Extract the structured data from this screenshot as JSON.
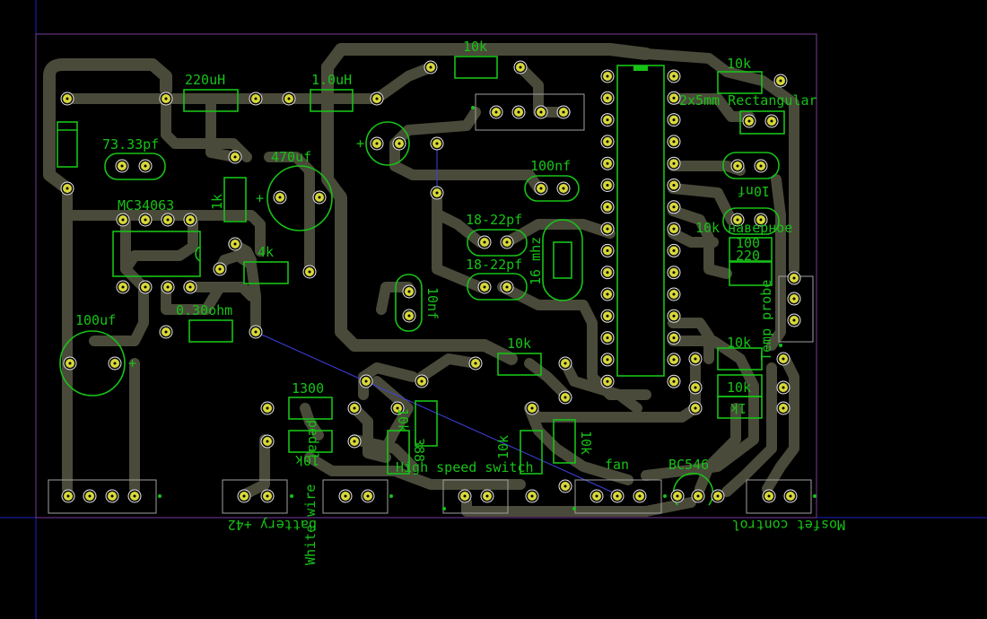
{
  "colors": {
    "background": "#000000",
    "trace": "#4a4a3a",
    "silkscreen": "#17c217",
    "pad": "#d8d83a",
    "board_outline": "#7a3a9a",
    "axis": "#2020c8"
  },
  "labels": {
    "l_10k_top": "10k",
    "l_220uh": "220uH",
    "l_10uh": "1.0uH",
    "l_10k_tr": "10k",
    "l_2x5": "2x5mm Rectangular",
    "l_7333": "73.33pf",
    "l_470uf": "470uf",
    "l_100nf": "100nf",
    "l_1k_rot": "1k",
    "l_10nf_flip": "10nf",
    "l_mc34063": "MC34063",
    "l_1822a": "18-22pf",
    "l_1822b": "18-22pf",
    "l_16mhz": "16 mhz",
    "l_10k_nav": "10k наверное",
    "l_100": "100",
    "l_220": "220",
    "l_4k": "4k",
    "l_10nf_rot": "10nf",
    "l_temp": "Temp probe",
    "l_100uf": "100uf",
    "l_030": "0.30ohm",
    "l_10k_mid": "10k",
    "l_10k_r1": "10k",
    "l_10k_r2": "10k",
    "l_1k_flip": "1k",
    "l_1300": "1300",
    "l_10k_v": "10k",
    "l_388": "388",
    "l_pedal": "pedal",
    "l_10k_flip": "10k",
    "l_10k_v2": "10k",
    "l_10k_v3": "10k",
    "l_high": "High speed switch",
    "l_fan": "fan",
    "l_bc546": "BC546",
    "l_battery": "battery +42",
    "l_white": "White wire",
    "l_mosfet": "Mosfet control"
  }
}
